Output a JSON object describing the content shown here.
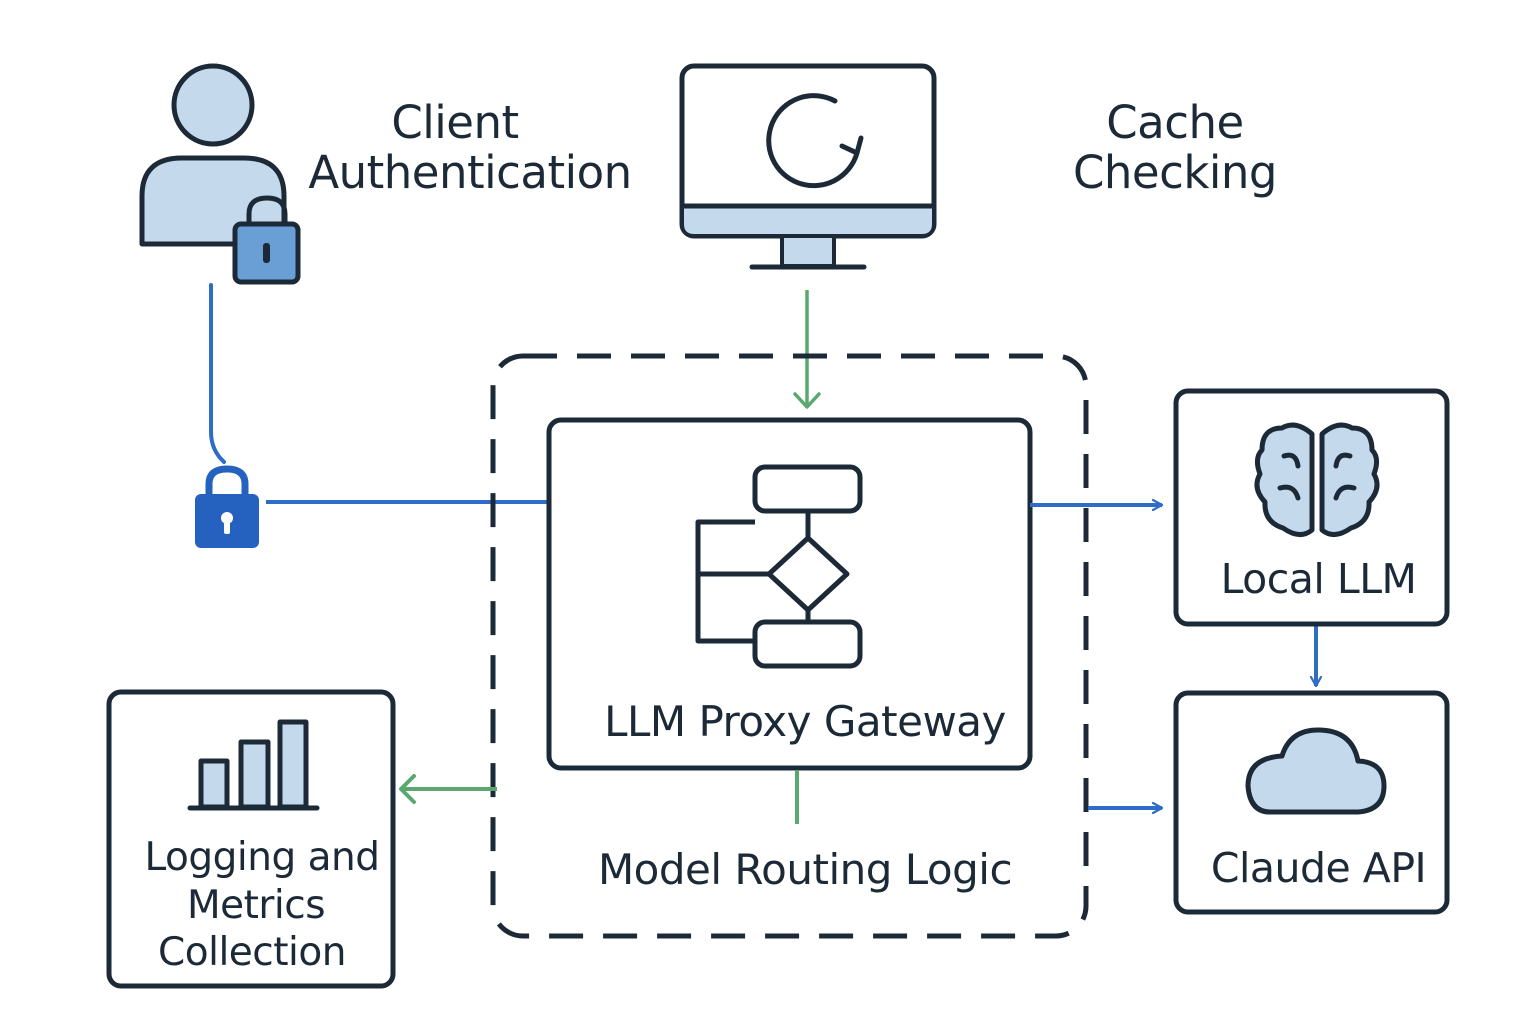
{
  "colors": {
    "outline": "#1c2a38",
    "fill_light": "#c5d9ec",
    "fill_mid": "#6a9fd6",
    "blue_line": "#2f6cc7",
    "blue_lock": "#2562bf",
    "green_line": "#5aa870"
  },
  "labels": {
    "client_auth": [
      "Client",
      "Authentication"
    ],
    "cache": [
      "Cache",
      "Checking"
    ],
    "gateway": "LLM Proxy Gateway",
    "routing": "Model Routing Logic",
    "local_llm": "Local LLM",
    "claude_api": "Claude API",
    "logging": [
      "Logging and",
      "Metrics",
      "Collection"
    ]
  },
  "icons": {
    "client": "user-with-lock-icon",
    "cache": "monitor-refresh-icon",
    "lock": "lock-icon",
    "gateway": "flowchart-icon",
    "local_llm": "brain-icon",
    "claude_api": "cloud-icon",
    "logging": "bar-chart-icon"
  }
}
